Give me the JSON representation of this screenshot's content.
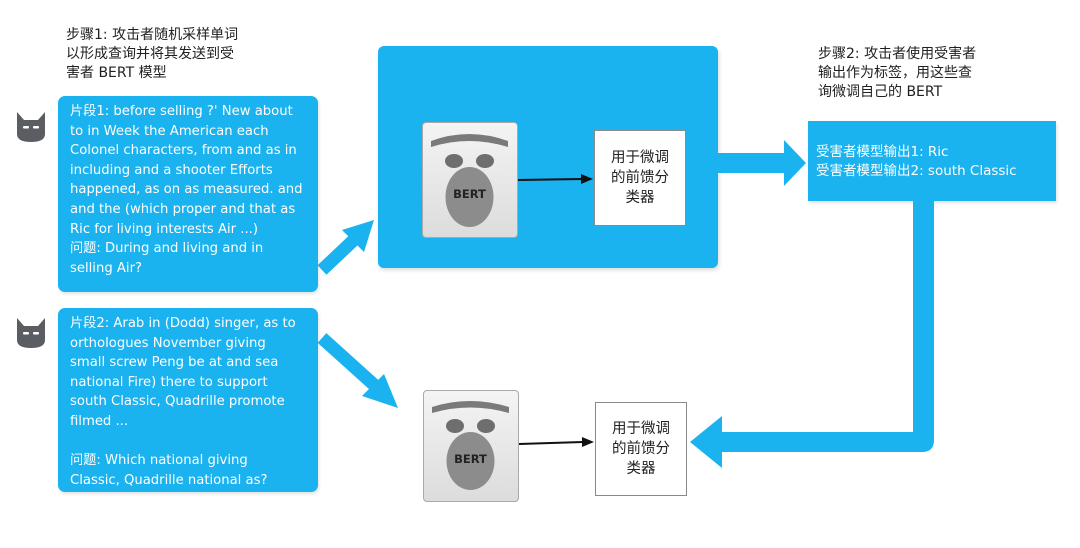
{
  "step1_label": "步骤1: 攻击者随机采样单词\n以形成查询并将其发送到受\n害者 BERT 模型",
  "step2_label": "步骤2: 攻击者使用受害者\n输出作为标签，用这些查\n询微调自己的 BERT",
  "snippet1": {
    "lines": [
      "片段1: before selling ?' New about",
      "to in Week the American each",
      "Colonel characters, from and as in",
      "including and a shooter Efforts",
      "happened, as on as measured. and",
      "and the (which proper and that as",
      "Ric for living interests Air ...)",
      "问题: During and living and in",
      "selling Air?"
    ]
  },
  "snippet2": {
    "lines": [
      "片段2: Arab in (Dodd) singer, as to",
      "orthologues November giving",
      "small screw Peng be at and sea",
      "national Fire) there to support",
      "south Classic, Quadrille promote",
      "filmed ..."
    ],
    "question_lines": [
      "问题: Which national giving",
      "Classic, Quadrille national as?"
    ]
  },
  "victim_outputs": [
    "受害者模型输出1: Ric",
    "受害者模型输出2: south Classic"
  ],
  "bert_label": "BERT",
  "classifier_label": "用于微调的前馈分类器",
  "colors": {
    "accent": "#1ab2ef",
    "robot": "#5a5d61"
  }
}
